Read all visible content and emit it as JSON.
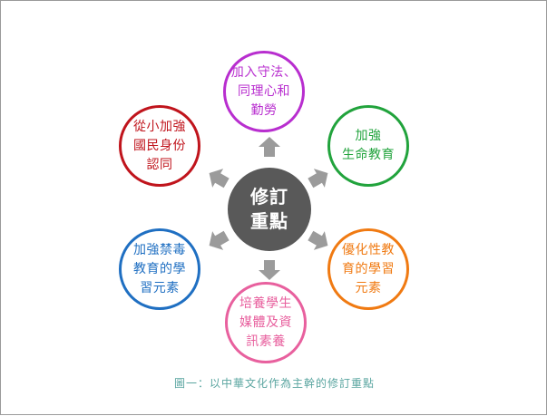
{
  "center": {
    "label": "修訂\n重點"
  },
  "nodes": [
    {
      "id": "top",
      "label": "加入守法、\n同理心和\n勤勞",
      "color": "#b82ecf"
    },
    {
      "id": "upper-right",
      "label": "加強\n生命教育",
      "color": "#21a33c"
    },
    {
      "id": "lower-right",
      "label": "優化性教\n育的學習\n元素",
      "color": "#f07a12"
    },
    {
      "id": "bottom",
      "label": "培養學生\n媒體及資\n訊素養",
      "color": "#e8609e"
    },
    {
      "id": "lower-left",
      "label": "加強禁毒\n教育的學\n習元素",
      "color": "#1f6fc2"
    },
    {
      "id": "upper-left",
      "label": "從小加強\n國民身份\n認同",
      "color": "#c0141c"
    }
  ],
  "arrow_color": "#9b9b9b",
  "caption": {
    "text": "圖一：以中華文化作為主幹的修訂重點",
    "color": "#5aa5a0"
  }
}
